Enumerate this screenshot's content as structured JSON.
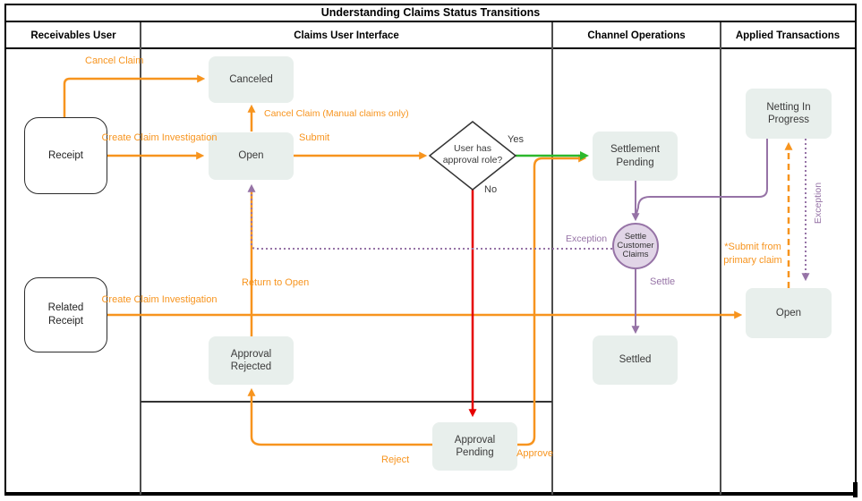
{
  "title": "Understanding Claims Status Transitions",
  "lanes": [
    {
      "label": "Receivables User"
    },
    {
      "label": "Claims User Interface"
    },
    {
      "label": "Channel Operations"
    },
    {
      "label": "Applied Transactions"
    }
  ],
  "nodes": {
    "receipt": {
      "label": "Receipt"
    },
    "related_receipt": {
      "label": "Related Receipt"
    },
    "canceled": {
      "label": "Canceled"
    },
    "open_claims": {
      "label": "Open"
    },
    "decision": {
      "label": "User has approval role?"
    },
    "approval_rejected": {
      "label": "Approval Rejected"
    },
    "approval_pending": {
      "label": "Approval Pending"
    },
    "settlement_pending": {
      "label": "Settlement Pending"
    },
    "settle_customer_claims": {
      "label": "Settle Customer Claims"
    },
    "settled": {
      "label": "Settled"
    },
    "netting_in_progress": {
      "label": "Netting In Progress"
    },
    "open_applied": {
      "label": "Open"
    }
  },
  "edge_labels": {
    "cancel_claim": "Cancel Claim",
    "create_claim_investigation": "Create Claim Investigation",
    "cancel_claim_manual": "Cancel Claim (Manual claims only)",
    "submit": "Submit",
    "yes": "Yes",
    "no": "No",
    "reject": "Reject",
    "approve": "Approve",
    "return_to_open": "Return to Open",
    "create_claim_investigation_related": "Create Claim Investigation",
    "settle": "Settle",
    "exception_to_claims_open": "Exception",
    "exception_to_applied_open": "Exception",
    "submit_from_primary": "*Submit from primary claim"
  },
  "colors": {
    "orange": "#F7941E",
    "green": "#2DB82D",
    "red": "#E60000",
    "purple": "#9673A6",
    "state_fill": "#E8EFEC",
    "circle_fill": "#E1D5E7",
    "lane_line": "#4D4D4D"
  }
}
